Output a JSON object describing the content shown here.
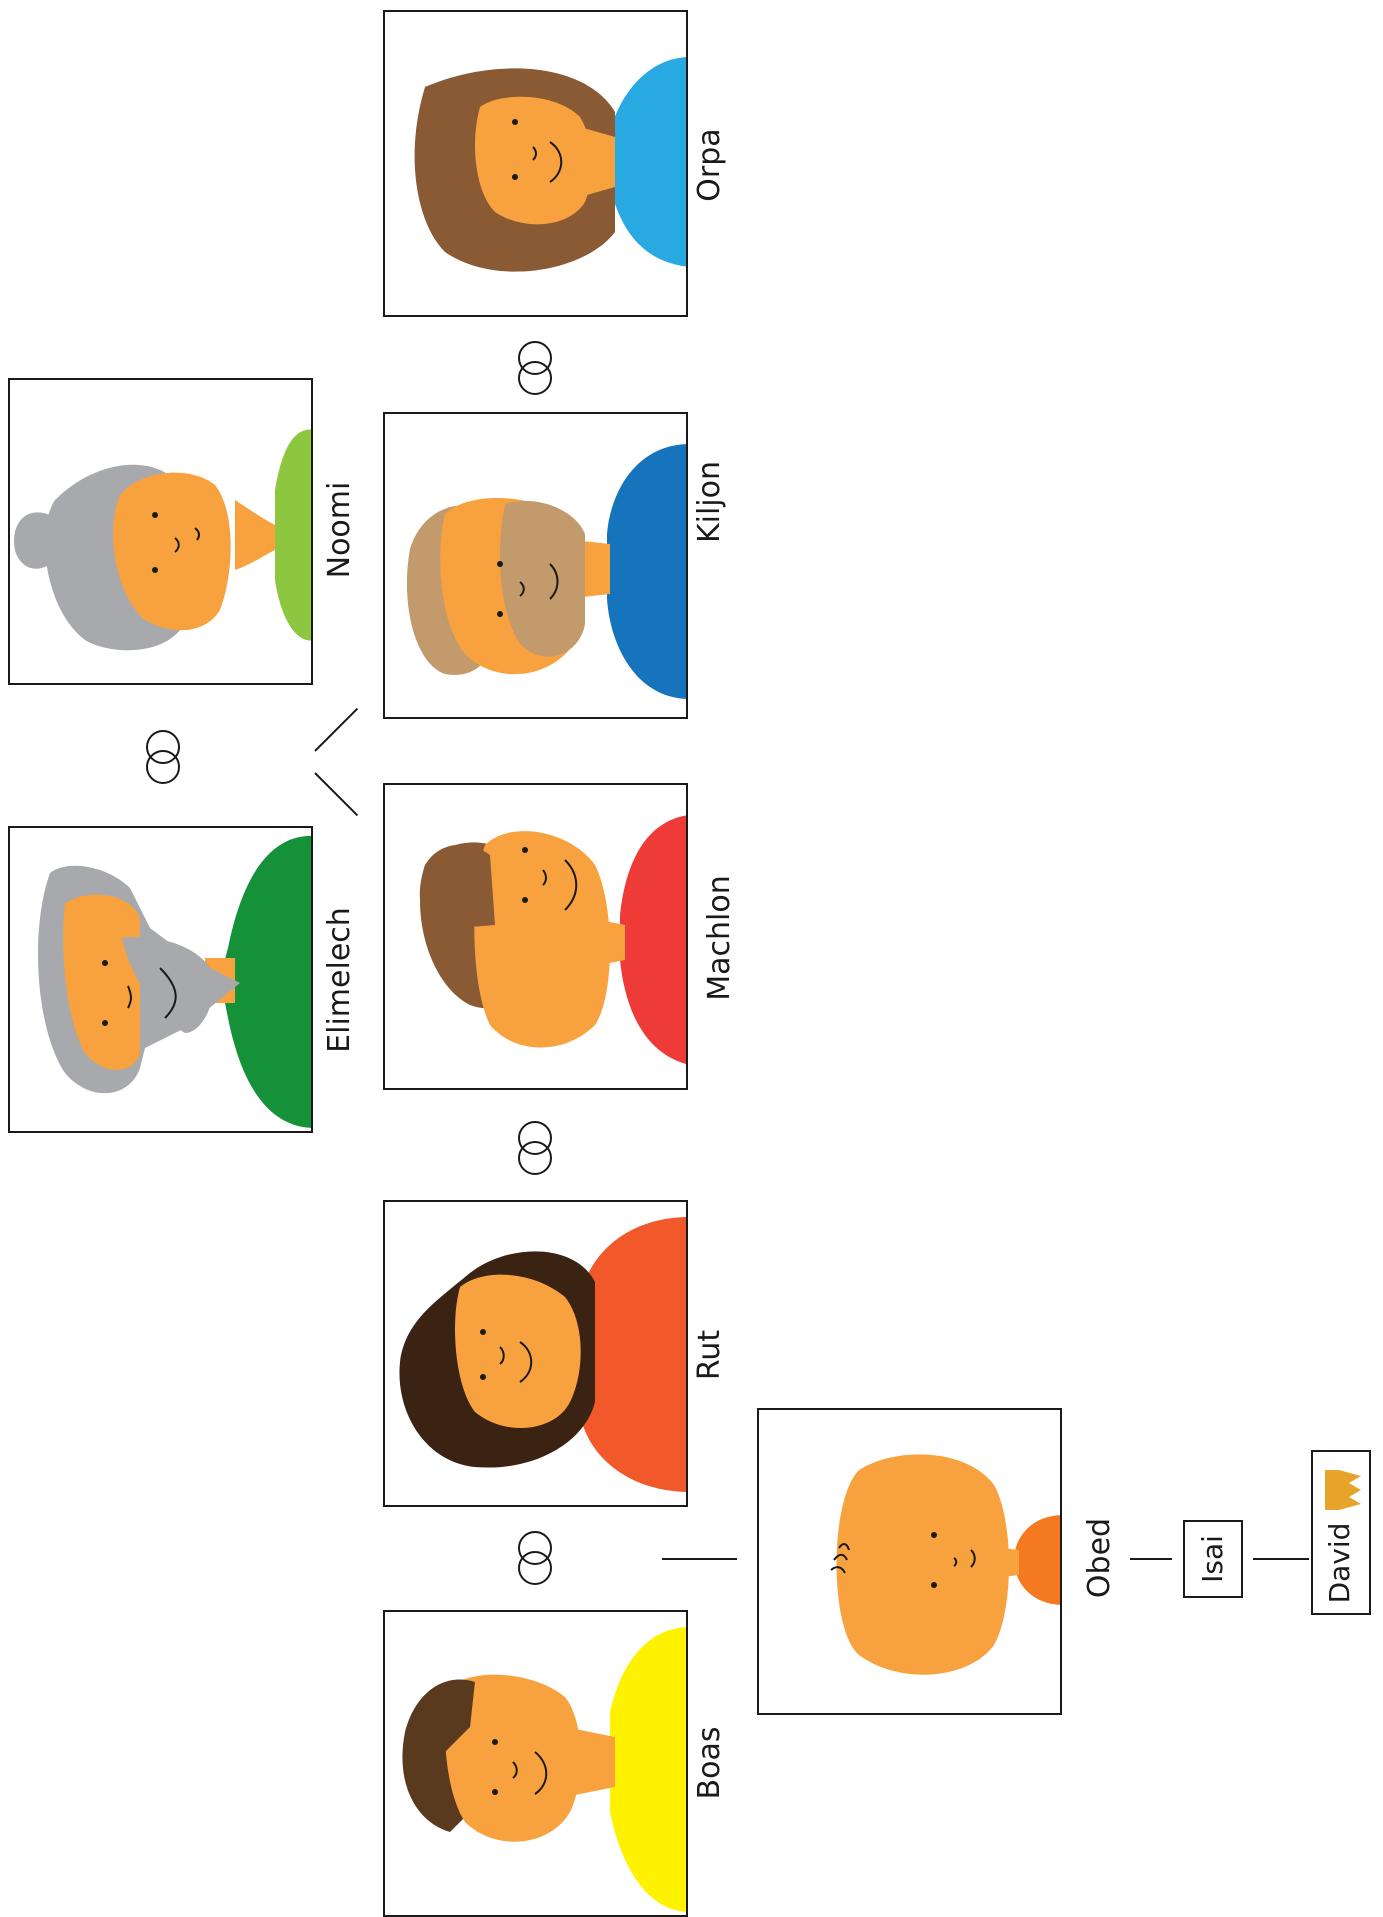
{
  "people": {
    "elimelech": "Elimelech",
    "noomi": "Noomi",
    "machlon": "Machlon",
    "kiljon": "Kiljon",
    "orpa": "Orpa",
    "rut": "Rut",
    "boas": "Boas",
    "obed": "Obed",
    "isai": "Isai",
    "david": "David"
  },
  "colors": {
    "skin": "#f7a23e",
    "line": "#1a1a1a",
    "elimelech_shirt": "#149139",
    "noomi_shirt": "#8dc63f",
    "machlon_shirt": "#ee3b37",
    "kiljon_shirt": "#1574bb",
    "orpa_shirt": "#28a9e1",
    "rut_shirt": "#f1592a",
    "boas_shirt": "#fff200",
    "obed_shirt": "#f47920",
    "crown": "#e6a52a"
  },
  "icons": {
    "marriage": "wedding-rings-icon",
    "crown": "crown-icon"
  }
}
